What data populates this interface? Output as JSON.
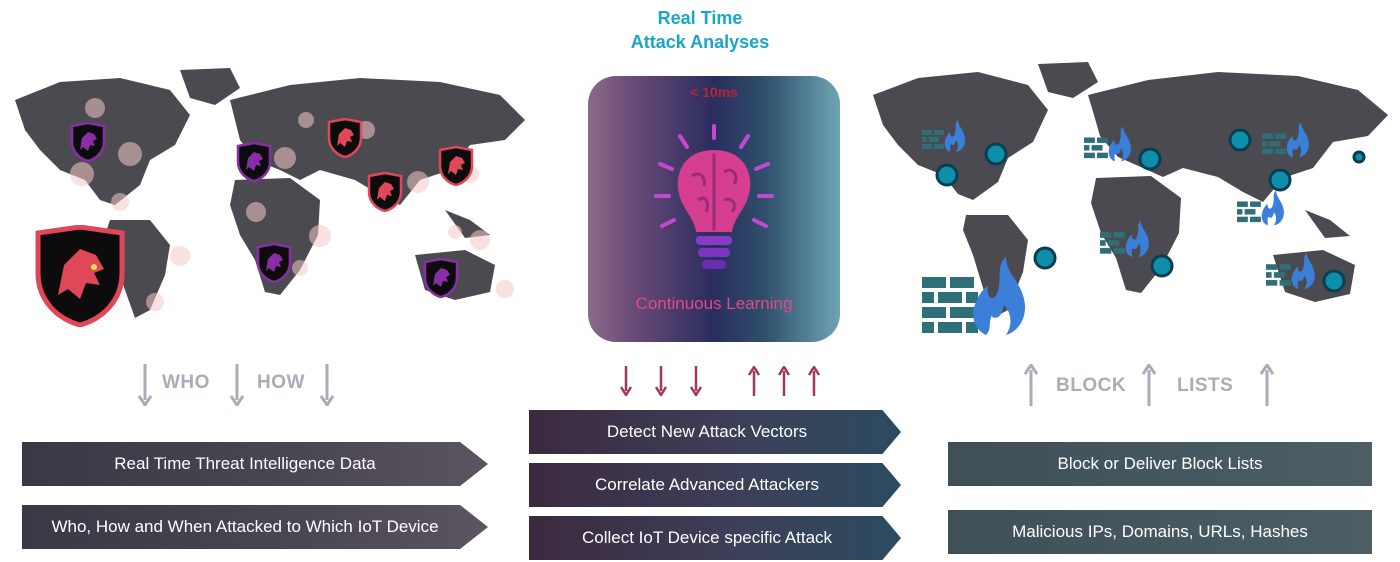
{
  "title": {
    "line1": "Real Time",
    "line2": "Attack Analyses"
  },
  "center": {
    "latency": "< 10ms",
    "learning": "Continuous Learning",
    "icon": "brain-lightbulb-icon"
  },
  "left": {
    "arrows": [
      "WHO",
      "HOW"
    ],
    "banners": [
      "Real Time Threat Intelligence Data",
      "Who, How and When Attacked to Which IoT Device"
    ]
  },
  "middle": {
    "banners": [
      "Detect New Attack Vectors",
      "Correlate Advanced Attackers",
      "Collect IoT Device specific Attack"
    ]
  },
  "right": {
    "arrows": [
      "BLOCK",
      "LISTS"
    ],
    "banners": [
      "Block or Deliver Block Lists",
      "Malicious IPs, Domains, URLs, Hashes"
    ]
  },
  "colors": {
    "title": "#19a6c9",
    "map": "#4a4a50",
    "attacker": "#e0485a",
    "firewall": "#2e6f78",
    "flame": "#3a7fd8"
  }
}
